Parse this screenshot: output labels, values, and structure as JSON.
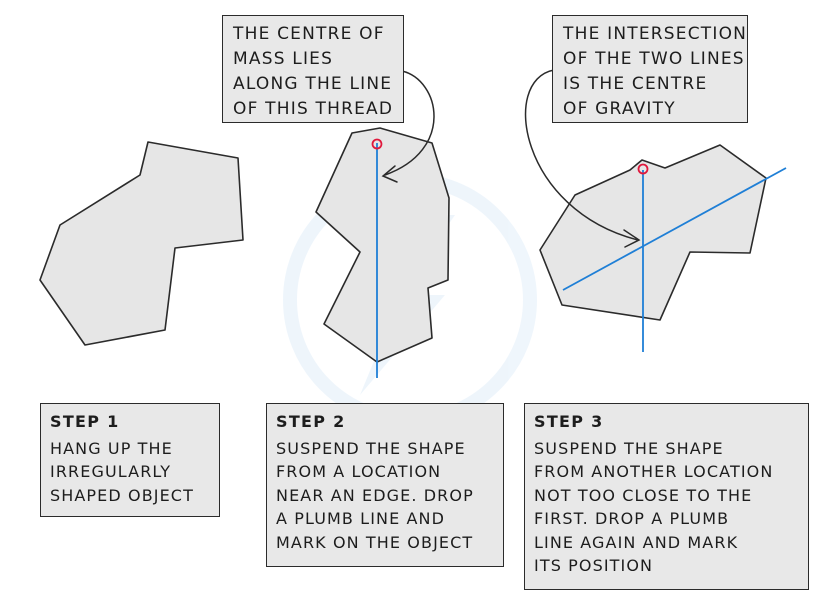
{
  "colors": {
    "shape_fill": "#e6e6e6",
    "outline": "#2b2b2b",
    "plumb_line": "#1f7fd6",
    "pivot_marker": "#e0183c",
    "box_fill": "#e8e8e8"
  },
  "callouts": [
    {
      "lines": [
        "THE CENTRE OF",
        "MASS LIES",
        "ALONG THE LINE",
        "OF THIS THREAD"
      ]
    },
    {
      "lines": [
        "THE INTERSECTION",
        "OF THE TWO LINES",
        "IS THE CENTRE",
        "OF GRAVITY"
      ]
    }
  ],
  "steps": [
    {
      "title": "STEP 1",
      "lines": [
        "HANG UP THE",
        "IRREGULARLY",
        "SHAPED OBJECT"
      ]
    },
    {
      "title": "STEP 2",
      "lines": [
        "SUSPEND THE SHAPE",
        "FROM A LOCATION",
        "NEAR AN EDGE. DROP",
        "A PLUMB LINE AND",
        "MARK ON THE OBJECT"
      ]
    },
    {
      "title": "STEP 3",
      "lines": [
        "SUSPEND THE SHAPE",
        "FROM ANOTHER LOCATION",
        "NOT TOO CLOSE TO THE",
        "FIRST. DROP A PLUMB",
        "LINE AGAIN AND MARK",
        "ITS POSITION"
      ]
    }
  ]
}
